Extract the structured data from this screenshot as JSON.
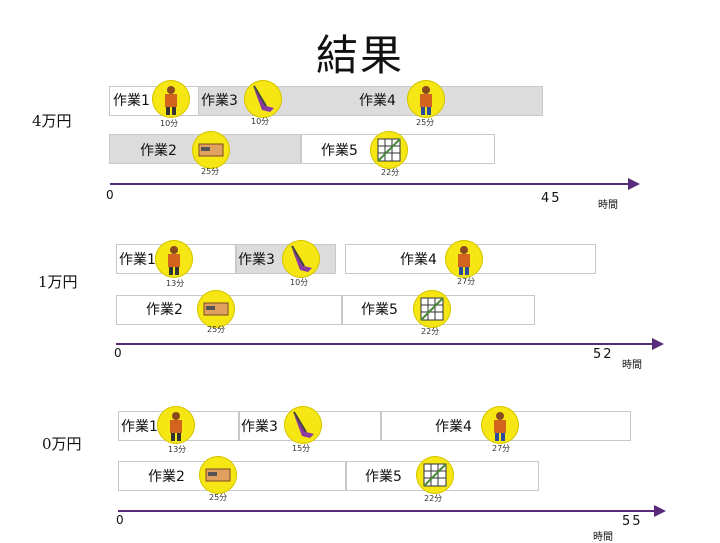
{
  "title": "結果",
  "scenarios": [
    {
      "label": "4万円",
      "axis_zero": "0",
      "total": "45",
      "axis_unit": "時間",
      "tasks": [
        {
          "name": "作業1",
          "duration": "10分",
          "icon": "worker-icon"
        },
        {
          "name": "作業3",
          "duration": "10分",
          "icon": "vacuum-icon"
        },
        {
          "name": "作業4",
          "duration": "25分",
          "icon": "worker-icon"
        },
        {
          "name": "作業2",
          "duration": "25分",
          "icon": "bathtub-icon"
        },
        {
          "name": "作業5",
          "duration": "22分",
          "icon": "window-icon"
        }
      ]
    },
    {
      "label": "1万円",
      "axis_zero": "0",
      "total": "52",
      "axis_unit": "時間",
      "tasks": [
        {
          "name": "作業1",
          "duration": "13分",
          "icon": "worker-icon"
        },
        {
          "name": "作業3",
          "duration": "10分",
          "icon": "vacuum-icon"
        },
        {
          "name": "作業4",
          "duration": "27分",
          "icon": "worker-icon"
        },
        {
          "name": "作業2",
          "duration": "25分",
          "icon": "bathtub-icon"
        },
        {
          "name": "作業5",
          "duration": "22分",
          "icon": "window-icon"
        }
      ]
    },
    {
      "label": "0万円",
      "axis_zero": "0",
      "total": "55",
      "axis_unit": "時間",
      "tasks": [
        {
          "name": "作業1",
          "duration": "13分",
          "icon": "worker-icon"
        },
        {
          "name": "作業3",
          "duration": "15分",
          "icon": "vacuum-icon"
        },
        {
          "name": "作業4",
          "duration": "27分",
          "icon": "worker-icon"
        },
        {
          "name": "作業2",
          "duration": "25分",
          "icon": "bathtub-icon"
        },
        {
          "name": "作業5",
          "duration": "22分",
          "icon": "window-icon"
        }
      ]
    }
  ]
}
